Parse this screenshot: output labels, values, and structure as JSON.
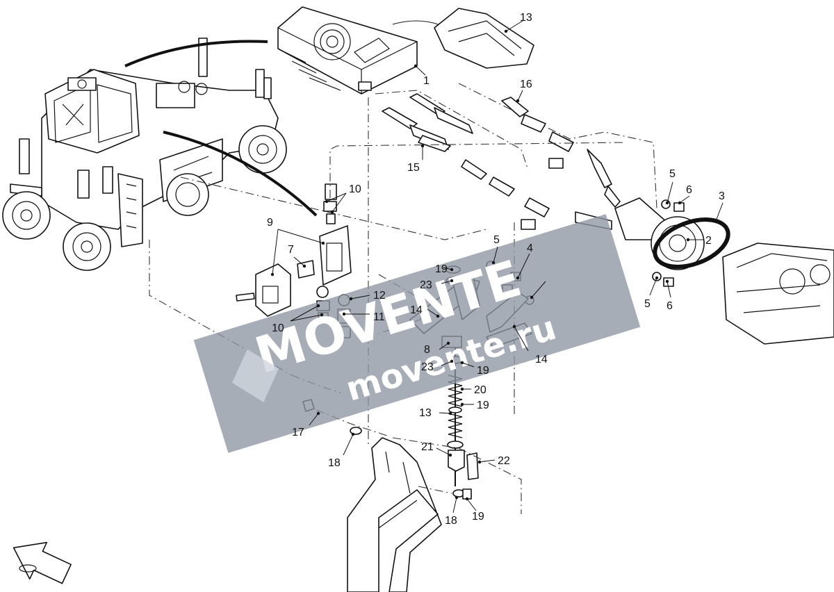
{
  "watermark": {
    "brand": "MOVENTE",
    "site": "movente.ru"
  },
  "callouts": [
    "1",
    "2",
    "3",
    "4",
    "5",
    "5",
    "5",
    "6",
    "6",
    "7",
    "8",
    "9",
    "10",
    "10",
    "11",
    "12",
    "13",
    "13",
    "14",
    "14",
    "15",
    "16",
    "17",
    "18",
    "18",
    "19",
    "19",
    "19",
    "19",
    "20",
    "21",
    "22",
    "23",
    "23"
  ],
  "colors": {
    "line": "#111111",
    "watermark": "#8e96a2",
    "background": "#ffffff"
  },
  "icons": [
    "orientation-arrow-icon"
  ]
}
